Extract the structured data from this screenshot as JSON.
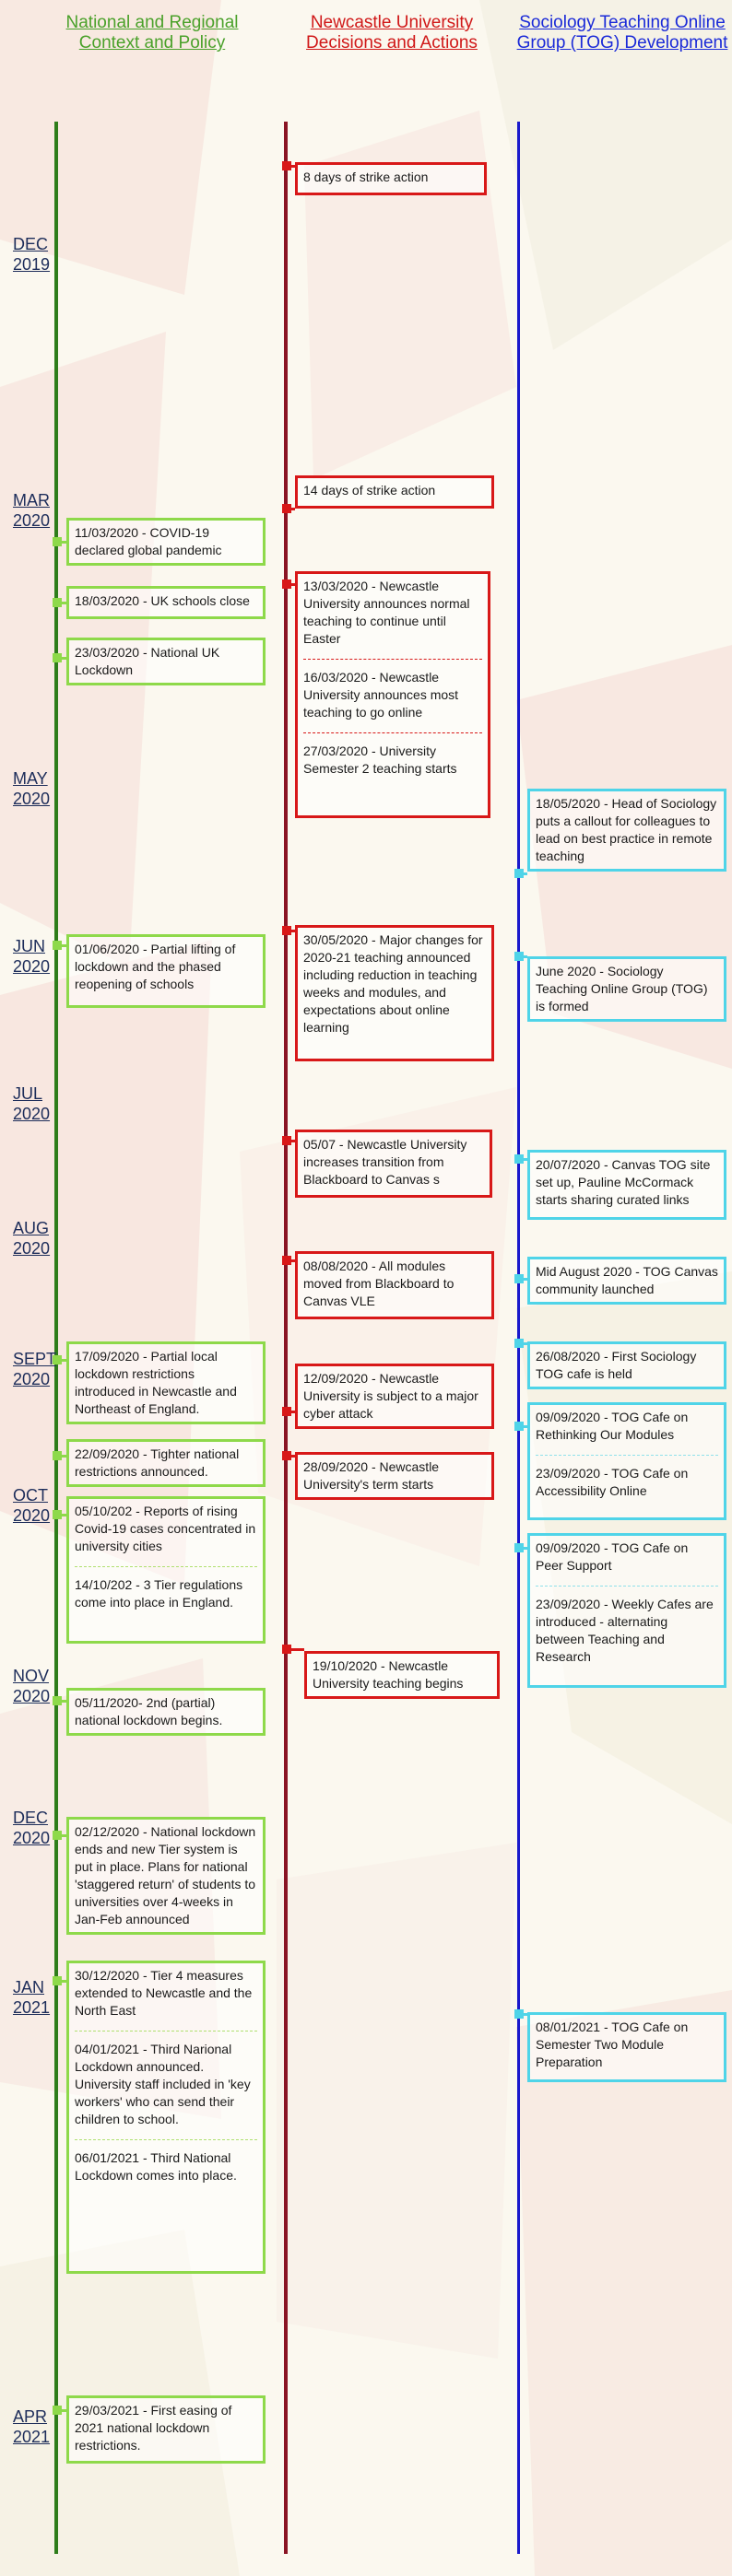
{
  "headers": {
    "national": "National and Regional Context and Policy",
    "newcastle": "Newcastle University Decisions and Actions",
    "tog": "Sociology Teaching Online Group (TOG) Development"
  },
  "colors": {
    "national_line": "#2e7d1a",
    "national_box": "#8ed94a",
    "newcastle_line": "#8a1424",
    "newcastle_box": "#d81818",
    "tog_line": "#1a1acc",
    "tog_box": "#4fd4e8"
  },
  "months": [
    {
      "m": "DEC",
      "y": "2019"
    },
    {
      "m": "MAR",
      "y": "2020"
    },
    {
      "m": "MAY",
      "y": "2020"
    },
    {
      "m": "JUN",
      "y": "2020"
    },
    {
      "m": "JUL",
      "y": "2020"
    },
    {
      "m": "AUG",
      "y": "2020"
    },
    {
      "m": "SEPT",
      "y": "2020"
    },
    {
      "m": "OCT",
      "y": "2020"
    },
    {
      "m": "NOV",
      "y": "2020"
    },
    {
      "m": "DEC",
      "y": "2020"
    },
    {
      "m": "JAN",
      "y": "2021"
    },
    {
      "m": "APR",
      "y": "2021"
    }
  ],
  "national": [
    {
      "texts": [
        "11/03/2020 - COVID-19 declared global pandemic"
      ]
    },
    {
      "texts": [
        "18/03/2020 - UK schools close"
      ]
    },
    {
      "texts": [
        "23/03/2020 - National UK Lockdown"
      ]
    },
    {
      "texts": [
        "01/06/2020 -  Partial lifting of lockdown and the phased reopening of schools"
      ]
    },
    {
      "texts": [
        "17/09/2020 - Partial local lockdown restrictions introduced in Newcastle and Northeast of England."
      ]
    },
    {
      "texts": [
        "22/09/2020 - Tighter national restrictions announced."
      ]
    },
    {
      "texts": [
        "05/10/202 - Reports of rising Covid-19 cases concentrated in university cities",
        "14/10/202 - 3 Tier regulations come into place in England."
      ]
    },
    {
      "texts": [
        "05/11/2020- 2nd (partial) national lockdown begins."
      ]
    },
    {
      "texts": [
        "02/12/2020 - National lockdown ends and new Tier system is put in place. Plans for national 'staggered return' of students to universities over 4-weeks in Jan-Feb announced"
      ]
    },
    {
      "texts": [
        "30/12/2020 - Tier 4 measures extended to Newcastle and the North East",
        "04/01/2021 - Third Narional Lockdown announced. University staff included in 'key workers' who can send their children to school.",
        "06/01/2021 - Third National Lockdown comes into place."
      ]
    },
    {
      "texts": [
        "29/03/2021 - First easing of 2021 national lockdown restrictions."
      ]
    }
  ],
  "newcastle": [
    {
      "texts": [
        "8 days of strike action"
      ]
    },
    {
      "texts": [
        "14 days of strike action"
      ]
    },
    {
      "texts": [
        "13/03/2020 - Newcastle University announces normal teaching to continue until Easter",
        "16/03/2020 - Newcastle University announces most teaching to go online",
        "27/03/2020 - University Semester 2 teaching starts"
      ]
    },
    {
      "texts": [
        "30/05/2020 - Major changes for 2020-21 teaching announced including reduction in teaching weeks and modules, and expectations about online learning"
      ]
    },
    {
      "texts": [
        "05/07 - Newcastle University increases transition from Blackboard to Canvas s"
      ]
    },
    {
      "texts": [
        "08/08/2020 - All modules moved from Blackboard to Canvas VLE"
      ]
    },
    {
      "texts": [
        "12/09/2020 - Newcastle University is subject to a major cyber attack"
      ]
    },
    {
      "texts": [
        "28/09/2020 - Newcastle University's term starts"
      ]
    },
    {
      "texts": [
        "19/10/2020 - Newcastle University teaching begins"
      ]
    }
  ],
  "tog": [
    {
      "texts": [
        "18/05/2020 - Head of Sociology puts a callout for colleagues to lead on best practice in remote teaching"
      ]
    },
    {
      "texts": [
        "June 2020 - Sociology Teaching Online Group (TOG) is formed"
      ]
    },
    {
      "texts": [
        "20/07/2020 - Canvas TOG site set up, Pauline McCormack starts sharing curated links"
      ]
    },
    {
      "texts": [
        "Mid August 2020 - TOG Canvas community launched"
      ]
    },
    {
      "texts": [
        "26/08/2020 - First Sociology TOG cafe is held"
      ]
    },
    {
      "texts": [
        "09/09/2020 - TOG Cafe on Rethinking Our Modules",
        "23/09/2020 - TOG Cafe on Accessibility Online"
      ]
    },
    {
      "texts": [
        "09/09/2020 - TOG Cafe on Peer Support",
        "23/09/2020 - Weekly Cafes are introduced - alternating between Teaching and Research"
      ]
    },
    {
      "texts": [
        "08/01/2021 - TOG Cafe on Semester Two Module Preparation"
      ]
    }
  ]
}
